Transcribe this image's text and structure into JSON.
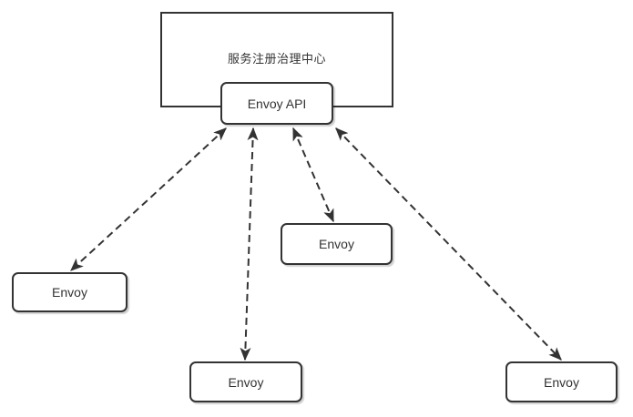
{
  "diagram": {
    "registry": {
      "title": "服务注册治理中心"
    },
    "api": {
      "label": "Envoy API"
    },
    "nodes": [
      {
        "id": "envoy-left",
        "label": "Envoy"
      },
      {
        "id": "envoy-middle",
        "label": "Envoy"
      },
      {
        "id": "envoy-bottom-middle",
        "label": "Envoy"
      },
      {
        "id": "envoy-bottom-right",
        "label": "Envoy"
      }
    ],
    "edges": [
      {
        "from": "envoy-api",
        "to": "envoy-left",
        "style": "dashed",
        "arrows": "both"
      },
      {
        "from": "envoy-api",
        "to": "envoy-bottom-middle",
        "style": "dashed",
        "arrows": "both"
      },
      {
        "from": "envoy-api",
        "to": "envoy-middle",
        "style": "dashed",
        "arrows": "both"
      },
      {
        "from": "envoy-api",
        "to": "envoy-bottom-right",
        "style": "dashed",
        "arrows": "both"
      }
    ],
    "colors": {
      "stroke": "#333333",
      "text": "#333333",
      "background": "#ffffff"
    }
  }
}
